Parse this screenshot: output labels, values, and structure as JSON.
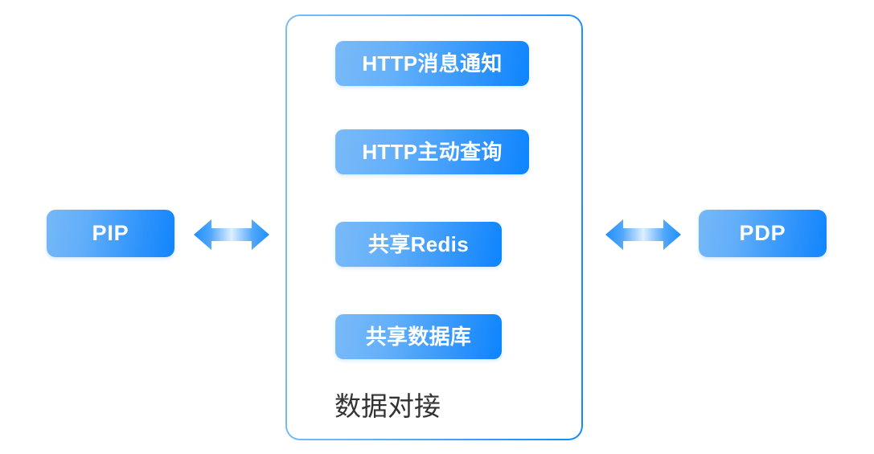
{
  "diagram": {
    "title": "数据对接",
    "background_color": "#ffffff"
  },
  "colors": {
    "gradient_start": "#79baf8",
    "gradient_end": "#0d84fe",
    "border_light": "#7cbcf6",
    "border_vivid": "#1189fe",
    "node_text": "#ffffff",
    "caption_text": "#333333",
    "arrow_edge": "#1e90fd",
    "arrow_center": "#d9ecff"
  },
  "left_node": {
    "label": "PIP",
    "icon": "rounded-rect-node"
  },
  "right_node": {
    "label": "PDP",
    "icon": "rounded-rect-node"
  },
  "connectors": [
    {
      "name": "left-connector",
      "icon": "double-headed-arrow-icon",
      "direction": "bidirectional"
    },
    {
      "name": "right-connector",
      "icon": "double-headed-arrow-icon",
      "direction": "bidirectional"
    }
  ],
  "center_group": {
    "caption": "数据对接",
    "items": [
      {
        "label": "HTTP消息通知"
      },
      {
        "label": "HTTP主动查询"
      },
      {
        "label": "共享Redis"
      },
      {
        "label": "共享数据库"
      }
    ]
  }
}
